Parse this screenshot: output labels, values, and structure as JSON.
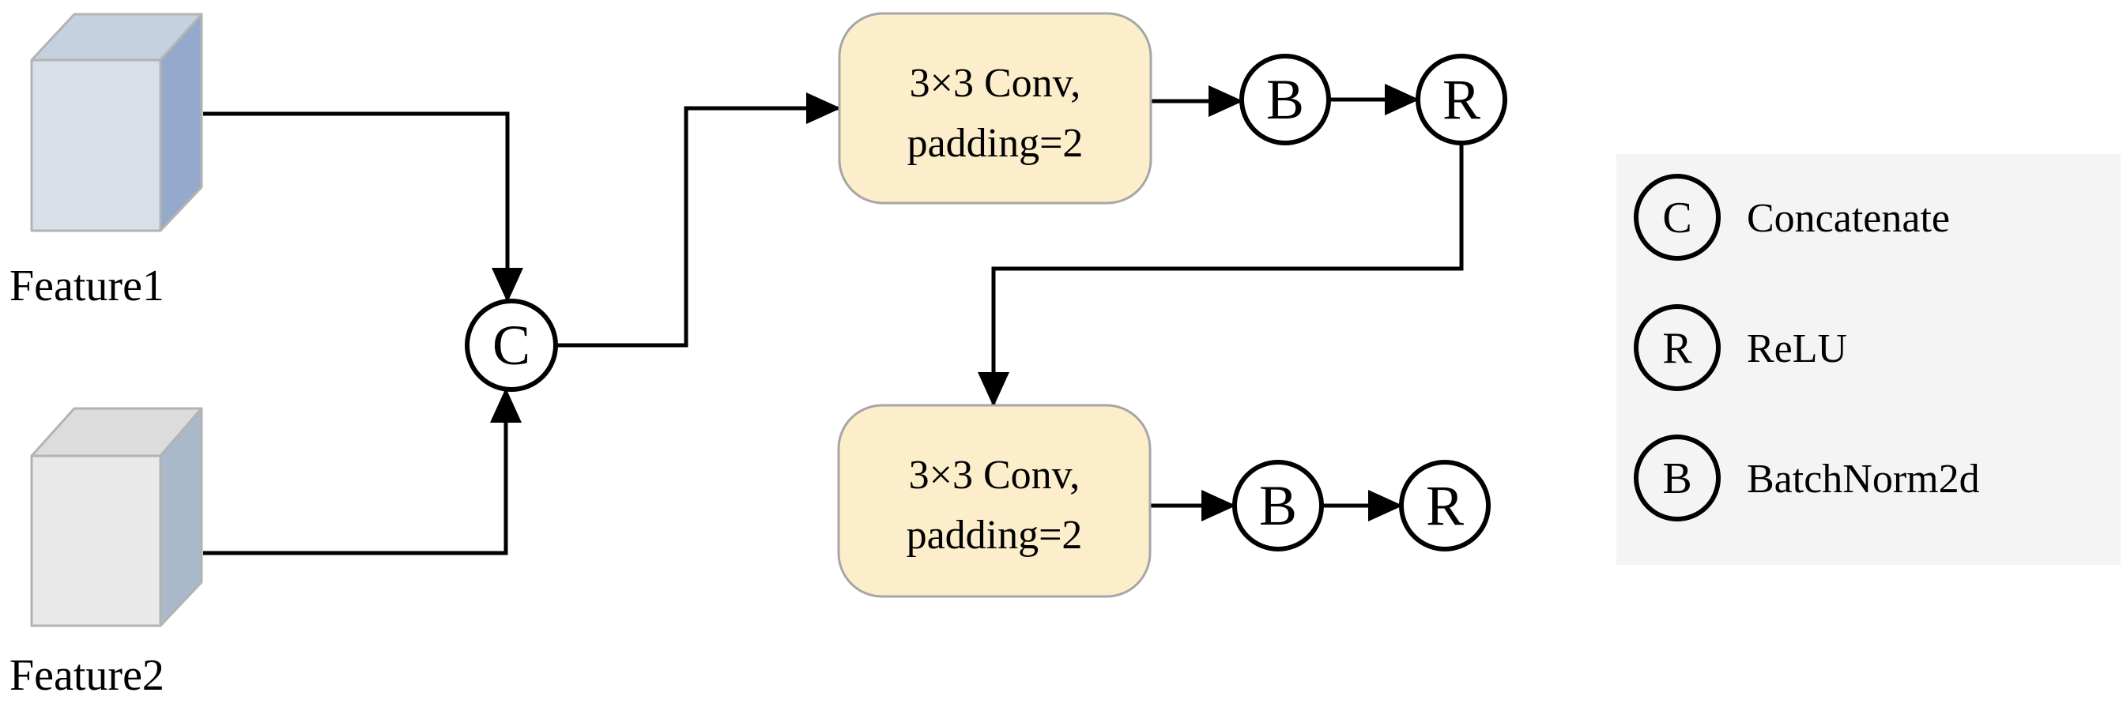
{
  "figure": {
    "feature1_label": "Feature1",
    "feature2_label": "Feature2",
    "conv1": {
      "line1": "3×3 Conv,",
      "line2": "padding=2"
    },
    "conv2": {
      "line1": "3×3 Conv,",
      "line2": "padding=2"
    },
    "nodes": {
      "concat": "C",
      "bn1": "B",
      "relu1": "R",
      "bn2": "B",
      "relu2": "R"
    },
    "legend": {
      "items": [
        {
          "symbol": "C",
          "label": "Concatenate"
        },
        {
          "symbol": "R",
          "label": "ReLU"
        },
        {
          "symbol": "B",
          "label": "BatchNorm2d"
        }
      ]
    },
    "colors": {
      "feature1_front": "#d9dfe9",
      "feature1_top": "#c5d0e0",
      "feature1_side": "#94a9cc",
      "feature2_front": "#e9e9e9",
      "feature2_top": "#dcdcdc",
      "feature2_side": "#a9b9c9",
      "cube_border": "#b3b3b3",
      "conv_fill": "#fdeecb",
      "conv_border": "#a6a6a6",
      "legend_bg": "#f4f4f4",
      "line": "#000000"
    }
  }
}
